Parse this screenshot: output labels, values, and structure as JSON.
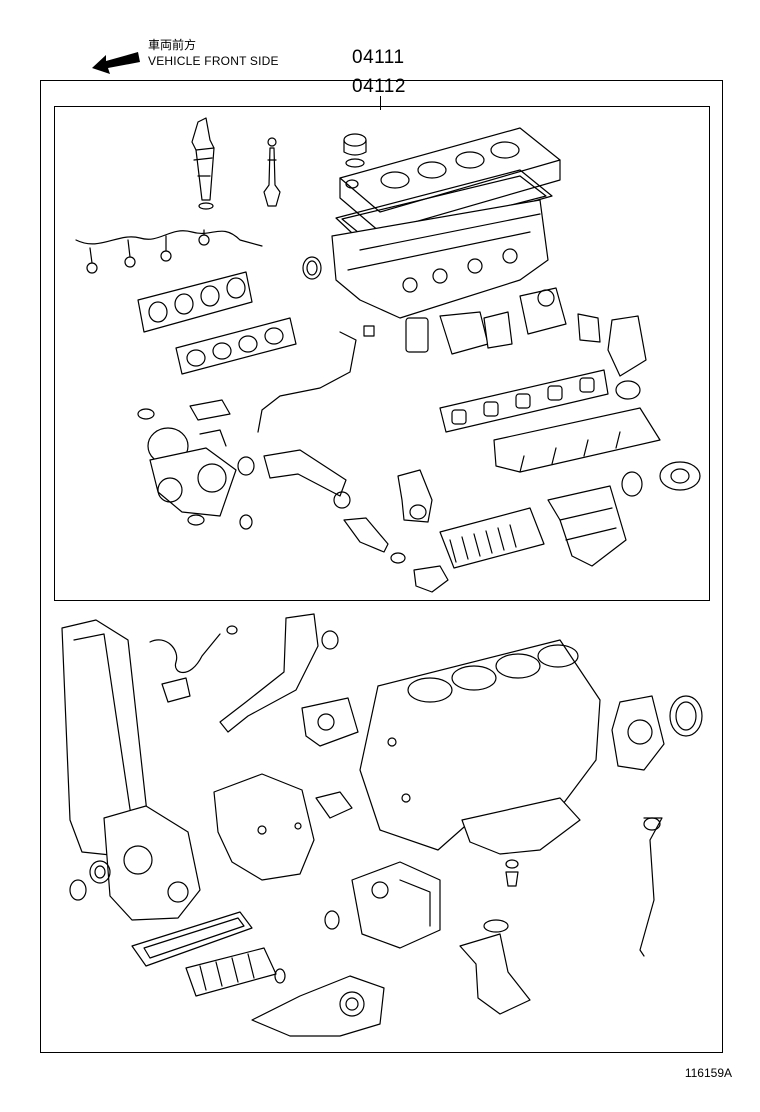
{
  "header": {
    "direction_jp": "車両前方",
    "direction_en": "VEHICLE FRONT SIDE",
    "direction_icon": "arrow-left-icon"
  },
  "part_numbers": [
    "04111",
    "04112"
  ],
  "reference_code": "116159A"
}
